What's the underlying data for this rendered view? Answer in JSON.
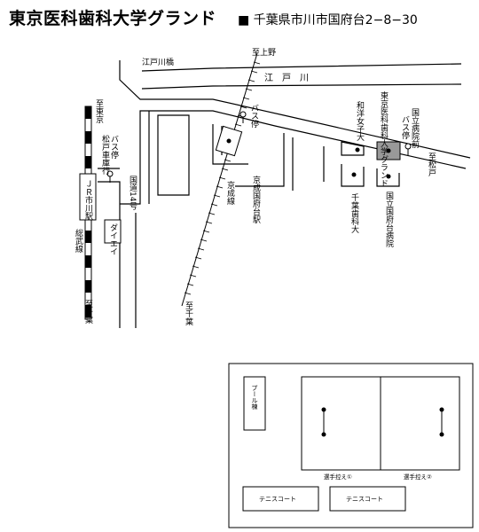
{
  "header": {
    "title": "東京医科歯科大学グランド",
    "address": "■ 千葉県市川市国府台2−8−30"
  },
  "map": {
    "labels": {
      "to_kamino": "至上野",
      "edogawa_bridge": "江戸川橋",
      "edogawa": "江　戸　川",
      "to_tokyo": "至東京",
      "bus_stop": "バス停",
      "jr_station": "ＪＲ市川駅",
      "sobu_line": "総武線",
      "to_chiba": "至千葉",
      "matsudo_bus": "松戸車庫行",
      "route14": "国道14号",
      "daiei": "ダイエイ",
      "keisei_line": "京成線",
      "konodai_station": "京成国府台駅",
      "to_chiba2": "至千葉",
      "wayo": "和洋女子大",
      "ground": "東京医科歯科大学グランド",
      "chiba_dental": "千葉歯科大",
      "national_hospital": "国立国府台病院",
      "hospital_bus": "国立病院前",
      "bus_stop2": "バス停",
      "to_matsudo": "至松戸"
    }
  },
  "plan": {
    "pool": "プール棟",
    "field1": "選手控え①",
    "field2": "選手控え②",
    "tennis1": "テニスコート",
    "tennis2": "テニスコート"
  }
}
